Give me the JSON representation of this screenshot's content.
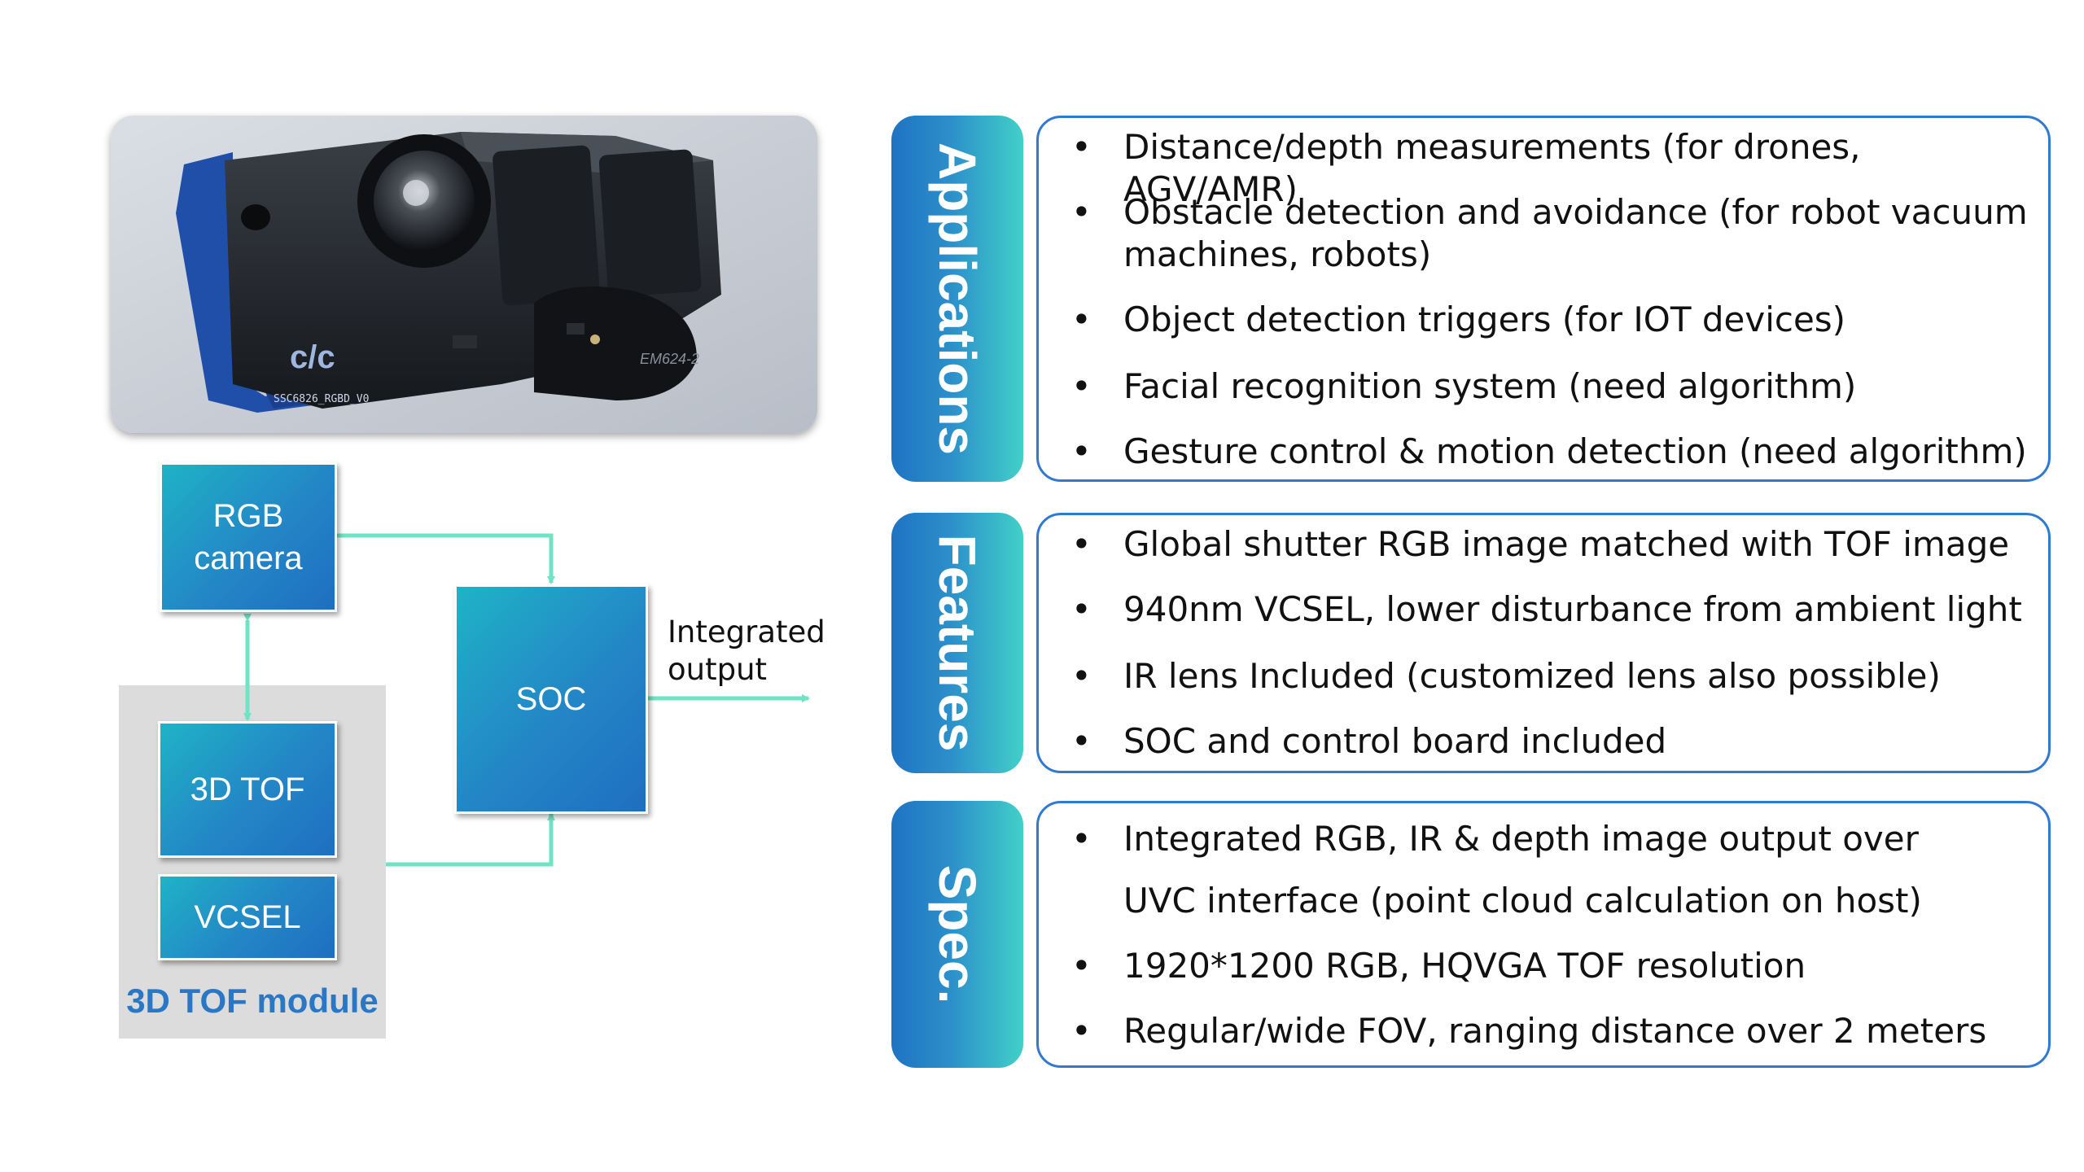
{
  "diagram": {
    "rgb_camera": "RGB\ncamera",
    "tof": "3D TOF",
    "vcsel": "VCSEL",
    "soc": "SOC",
    "module_label": "3D TOF module",
    "integrated_output": "Integrated\noutput"
  },
  "sections": [
    {
      "title": "Applications",
      "items": [
        "Distance/depth measurements (for drones, AGV/AMR)",
        "Obstacle detection and avoidance (for robot vacuum machines, robots)",
        "Object detection triggers (for IOT devices)",
        "Facial recognition system (need algorithm)",
        "Gesture control & motion detection (need algorithm)"
      ]
    },
    {
      "title": "Features",
      "items": [
        "Global shutter RGB image matched with TOF image",
        "940nm VCSEL, lower disturbance from ambient light",
        "IR lens Included (customized lens also possible)",
        "SOC and control board included"
      ]
    },
    {
      "title": "Spec.",
      "items": [
        "Integrated RGB, IR & depth image output over",
        "UVC interface (point cloud calculation on host)",
        "1920*1200 RGB, HQVGA TOF resolution",
        "Regular/wide FOV, ranging distance over 2 meters"
      ]
    }
  ],
  "photo_text": {
    "board_marking": "SSC6826_RGBD_V0",
    "module_marking": "EM624-2",
    "logo": "c/c"
  },
  "colors": {
    "accent_blue": "#2f7ad0",
    "teal": "#41d0c8",
    "arrow": "#6fe3c3",
    "module_bg": "#dcdcdc",
    "module_label": "#2a77c6"
  }
}
